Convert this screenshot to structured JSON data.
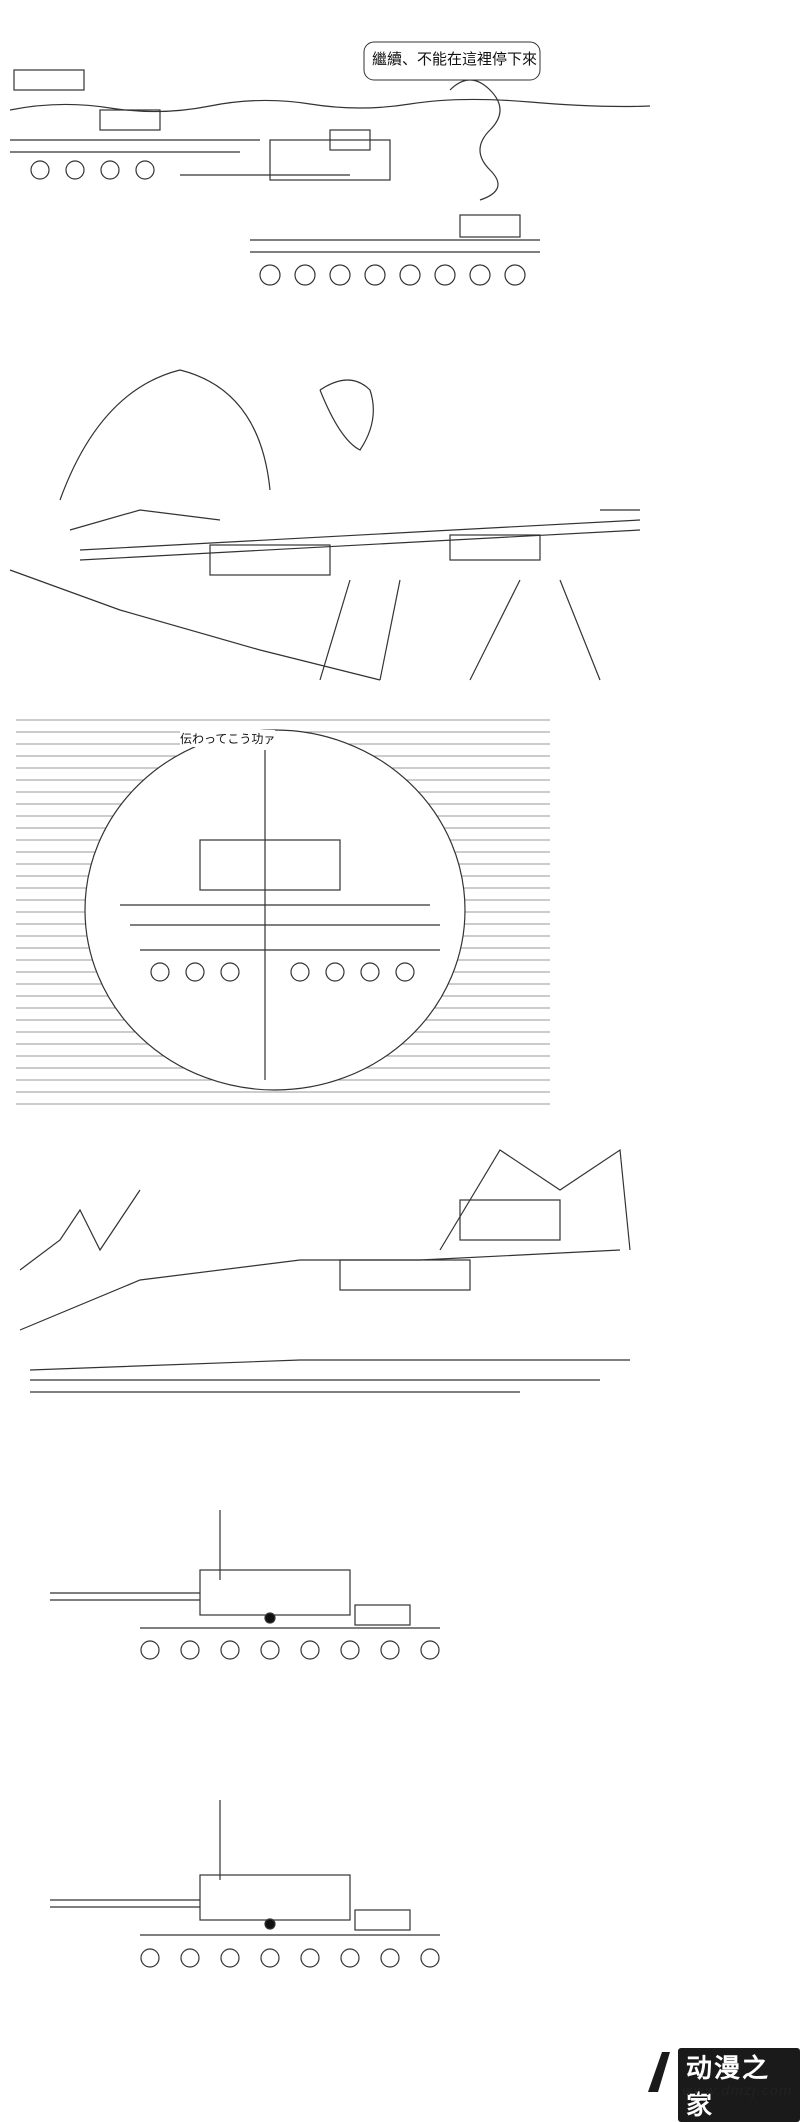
{
  "panels": [
    {
      "name": "tank-convoy-panel",
      "caption": "繼續、不能在這裡停下來"
    },
    {
      "name": "gunner-aiming-panel"
    },
    {
      "name": "scope-view-panel",
      "caption": "伝わってこう功ァ"
    },
    {
      "name": "battlefield-explosion-panel"
    },
    {
      "name": "tank-firing-panel-1"
    },
    {
      "name": "tank-firing-panel-2"
    }
  ],
  "watermark": {
    "name": "动漫之家",
    "url": "www.dmzj.com"
  },
  "colors": {
    "ink": "#333333",
    "background": "#ffffff",
    "logo_bg": "#1a1a1a"
  }
}
